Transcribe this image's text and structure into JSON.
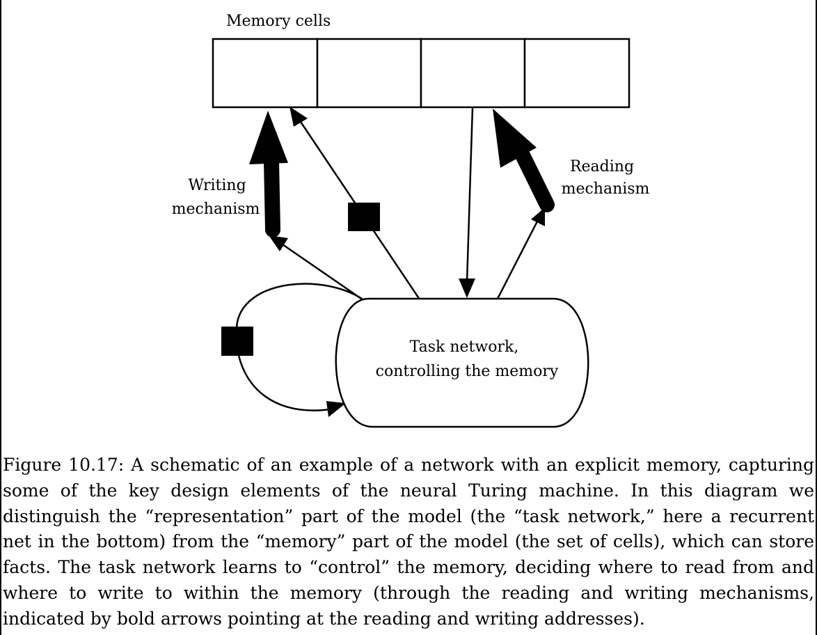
{
  "diagram": {
    "memory_label": "Memory cells",
    "memory_cell_count": 4,
    "writing_label": [
      "Writing",
      "mechanism"
    ],
    "reading_label": [
      "Reading",
      "mechanism"
    ],
    "task_label": [
      "Task network,",
      "controlling the memory"
    ]
  },
  "caption": "Figure 10.17: A schematic of an example of a network with an explicit memory, capturing some of the key design elements of the neural Turing machine. In this diagram we distinguish the “representation” part of the model (the “task network,” here a recurrent net in the bottom) from the “memory” part of the model (the set of cells), which can store facts. The task network learns to “control” the memory, deciding where to read from and where to write to within the memory (through the reading and writing mechanisms, indicated by bold arrows pointing at the reading and writing addresses)."
}
